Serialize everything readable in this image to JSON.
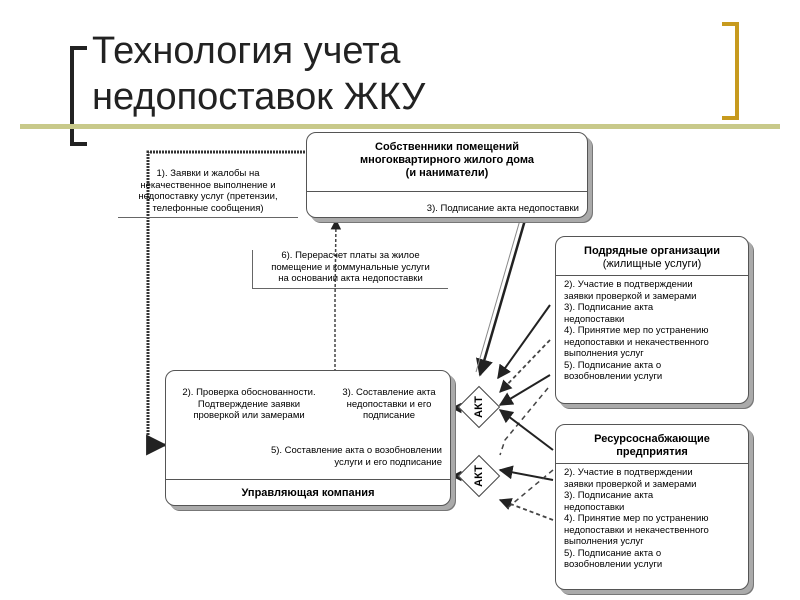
{
  "title": {
    "line1": "Технология учета",
    "line2": "недопоставок ЖКУ"
  },
  "owners": {
    "heading_line1": "Собственники помещений",
    "heading_line2": "многоквартирного жилого дома",
    "heading_line3": "(и наниматели)",
    "step": "3). Подписание акта недопоставки"
  },
  "annot_complaints": {
    "line1": "1). Заявки и жалобы на",
    "line2": "некачественное выполнение и",
    "line3": "недопоставку услуг (претензии,",
    "line4": "телефонные сообщения)"
  },
  "annot_recalc": {
    "line1": "6). Перерасчет платы за жилое",
    "line2": "помещение и коммунальные услуги",
    "line3": "на основании акта недопоставки"
  },
  "contractors": {
    "heading_line1": "Подрядные организации",
    "heading_line2": "(жилищные услуги)",
    "step2_line1": "2). Участие в подтверждении",
    "step2_line2": "заявки проверкой и замерами",
    "step3_line1": "3). Подписание акта",
    "step3_line2": "недопоставки",
    "step4_line1": "4). Принятие мер по устранению",
    "step4_line2": "недопоставки и некачественного",
    "step4_line3": "выполнения услуг",
    "step5_line1": "5). Подписание акта о",
    "step5_line2": "возобновлении услуги"
  },
  "suppliers": {
    "heading_line1": "Ресурсоснабжающие",
    "heading_line2": "предприятия",
    "step2_line1": "2). Участие в подтверждении",
    "step2_line2": "заявки проверкой и замерами",
    "step3_line1": "3). Подписание акта",
    "step3_line2": "недопоставки",
    "step4_line1": "4). Принятие мер по устранению",
    "step4_line2": "недопоставки и некачественного",
    "step4_line3": "выполнения услуг",
    "step5_line1": "5). Подписание акта о",
    "step5_line2": "возобновлении услуги"
  },
  "company": {
    "step2_line1": "2). Проверка обоснованности.",
    "step2_line2": "Подтверждение заявки",
    "step2_line3": "проверкой или замерами",
    "step3_line1": "3). Составление акта",
    "step3_line2": "недопоставки и его",
    "step3_line3": "подписание",
    "step5_line1": "5). Составление акта о возобновлении",
    "step5_line2": "услуги и его подписание",
    "heading": "Управляющая компания"
  },
  "akt": {
    "top": "АКТ",
    "bottom": "АКТ"
  },
  "colors": {
    "title": "#222222",
    "accent_line": "#c8c98a",
    "bracket_right": "#c79a1e"
  }
}
